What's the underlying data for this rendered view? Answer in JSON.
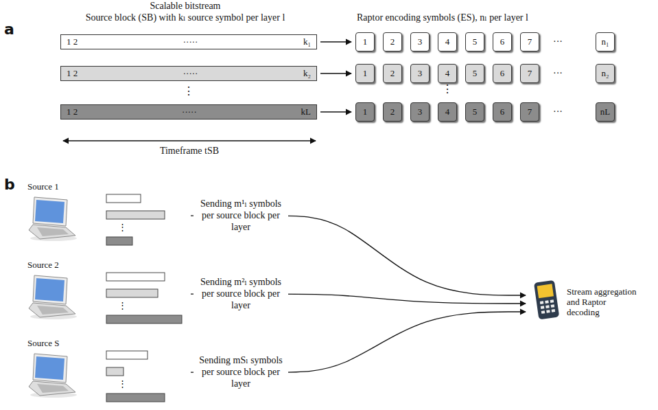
{
  "diagram": {
    "nodes": [
      {
        "text": [
          "1 2",
          "·····",
          "k₁"
        ]
      },
      {
        "text": [
          "1"
        ]
      },
      {
        "text": [
          "2"
        ]
      },
      {
        "text": [
          "3"
        ]
      },
      {
        "text": [
          "4"
        ]
      },
      {
        "text": [
          "5"
        ]
      },
      {
        "text": [
          "6"
        ]
      },
      {
        "text": [
          "7"
        ]
      },
      {
        "text": [
          "n₁"
        ]
      },
      {
        "text": [
          "1 2",
          "·····",
          "k₂"
        ]
      },
      {
        "text": [
          "1"
        ]
      },
      {
        "text": [
          "2"
        ]
      },
      {
        "text": [
          "3"
        ]
      },
      {
        "text": [
          "4"
        ]
      },
      {
        "text": [
          "5"
        ]
      },
      {
        "text": [
          "6"
        ]
      },
      {
        "text": [
          "7"
        ]
      },
      {
        "text": [
          "n₂"
        ]
      },
      {
        "text": [
          "1 2",
          "·····",
          "kL"
        ]
      },
      {
        "text": [
          "1"
        ]
      },
      {
        "text": [
          "2"
        ]
      },
      {
        "text": [
          "3"
        ]
      },
      {
        "text": [
          "4"
        ]
      },
      {
        "text": [
          "5"
        ]
      },
      {
        "text": [
          "6"
        ]
      },
      {
        "text": [
          "7"
        ]
      },
      {
        "text": [
          "nL"
        ]
      },
      {
        "text": [
          "Source 1"
        ]
      },
      {
        "text": [
          "Source 2"
        ]
      },
      {
        "text": [
          "Source S"
        ]
      },
      {
        "text": [
          "Stream aggregation and Raptor decoding"
        ]
      }
    ],
    "edges": [
      {
        "from": 0,
        "to": 1,
        "arrow": "to"
      },
      {
        "from": 9,
        "to": 10,
        "arrow": "to"
      },
      {
        "from": 18,
        "to": 19,
        "arrow": "to"
      },
      {
        "from": 27,
        "to": 30,
        "label": "Sending m¹ₗ symbols per source block per layer",
        "arrow": "to"
      },
      {
        "from": 28,
        "to": 30,
        "label": "Sending m²ₗ symbols per source block per layer",
        "arrow": "to"
      },
      {
        "from": 29,
        "to": 30,
        "label": "Sending mSₗ symbols per source block per layer",
        "arrow": "to"
      }
    ],
    "labels": [
      "a",
      "Scalable bitstream",
      "Source block (SB) with kₗ source symbol per layer l",
      "Raptor encoding symbols (ES), nₗ per layer l",
      "⋮",
      "⋮",
      "···",
      "···",
      "···",
      "Timeframe tSB",
      "b",
      "⋮",
      "⋮",
      "⋮"
    ]
  }
}
